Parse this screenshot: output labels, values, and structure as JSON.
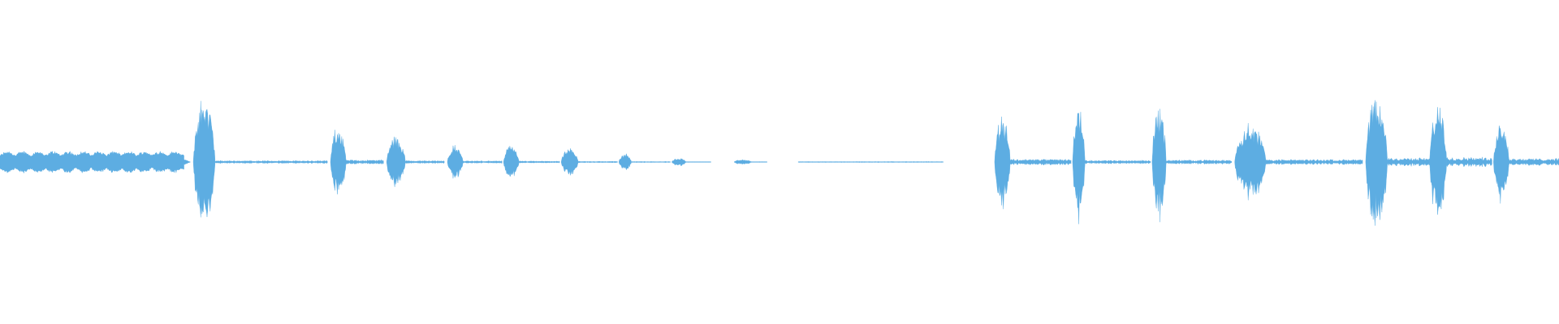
{
  "chart_data": {
    "type": "area",
    "title": "",
    "xlabel": "",
    "ylabel": "",
    "ylim": [
      -1,
      1
    ],
    "xlim": [
      0,
      1
    ],
    "grid": false,
    "color": "#5dade2",
    "segments": [
      {
        "start": 0.0,
        "end": 0.118,
        "amp": 0.09,
        "kind": "noise"
      },
      {
        "start": 0.118,
        "end": 0.122,
        "amp": 0.03,
        "kind": "fade"
      },
      {
        "start": 0.124,
        "end": 0.138,
        "amp": 0.55,
        "kind": "burst"
      },
      {
        "start": 0.138,
        "end": 0.21,
        "amp": 0.012,
        "kind": "hiss"
      },
      {
        "start": 0.212,
        "end": 0.222,
        "amp": 0.3,
        "kind": "burst"
      },
      {
        "start": 0.222,
        "end": 0.246,
        "amp": 0.018,
        "kind": "hiss"
      },
      {
        "start": 0.248,
        "end": 0.26,
        "amp": 0.22,
        "kind": "burst"
      },
      {
        "start": 0.26,
        "end": 0.285,
        "amp": 0.012,
        "kind": "hiss"
      },
      {
        "start": 0.287,
        "end": 0.297,
        "amp": 0.14,
        "kind": "burst"
      },
      {
        "start": 0.297,
        "end": 0.322,
        "amp": 0.01,
        "kind": "hiss"
      },
      {
        "start": 0.323,
        "end": 0.333,
        "amp": 0.14,
        "kind": "burst"
      },
      {
        "start": 0.333,
        "end": 0.359,
        "amp": 0.008,
        "kind": "hiss"
      },
      {
        "start": 0.36,
        "end": 0.371,
        "amp": 0.11,
        "kind": "burst"
      },
      {
        "start": 0.371,
        "end": 0.396,
        "amp": 0.006,
        "kind": "hiss"
      },
      {
        "start": 0.397,
        "end": 0.405,
        "amp": 0.07,
        "kind": "burst"
      },
      {
        "start": 0.405,
        "end": 0.43,
        "amp": 0.005,
        "kind": "hiss"
      },
      {
        "start": 0.431,
        "end": 0.44,
        "amp": 0.035,
        "kind": "burst"
      },
      {
        "start": 0.44,
        "end": 0.456,
        "amp": 0.003,
        "kind": "hiss"
      },
      {
        "start": 0.471,
        "end": 0.482,
        "amp": 0.02,
        "kind": "burst"
      },
      {
        "start": 0.482,
        "end": 0.492,
        "amp": 0.003,
        "kind": "hiss"
      },
      {
        "start": 0.512,
        "end": 0.605,
        "amp": 0.004,
        "kind": "hiss"
      },
      {
        "start": 0.638,
        "end": 0.648,
        "amp": 0.4,
        "kind": "burst"
      },
      {
        "start": 0.648,
        "end": 0.687,
        "amp": 0.025,
        "kind": "hiss"
      },
      {
        "start": 0.688,
        "end": 0.696,
        "amp": 0.48,
        "kind": "burst"
      },
      {
        "start": 0.696,
        "end": 0.738,
        "amp": 0.015,
        "kind": "hiss"
      },
      {
        "start": 0.739,
        "end": 0.748,
        "amp": 0.48,
        "kind": "burst"
      },
      {
        "start": 0.748,
        "end": 0.79,
        "amp": 0.018,
        "kind": "hiss"
      },
      {
        "start": 0.792,
        "end": 0.812,
        "amp": 0.33,
        "kind": "burst"
      },
      {
        "start": 0.812,
        "end": 0.874,
        "amp": 0.022,
        "kind": "hiss"
      },
      {
        "start": 0.876,
        "end": 0.89,
        "amp": 0.55,
        "kind": "burst"
      },
      {
        "start": 0.89,
        "end": 0.917,
        "amp": 0.035,
        "kind": "hiss"
      },
      {
        "start": 0.917,
        "end": 0.928,
        "amp": 0.48,
        "kind": "burst"
      },
      {
        "start": 0.928,
        "end": 0.957,
        "amp": 0.04,
        "kind": "hiss"
      },
      {
        "start": 0.958,
        "end": 0.968,
        "amp": 0.34,
        "kind": "burst"
      },
      {
        "start": 0.968,
        "end": 1.0,
        "amp": 0.03,
        "kind": "hiss"
      }
    ]
  }
}
